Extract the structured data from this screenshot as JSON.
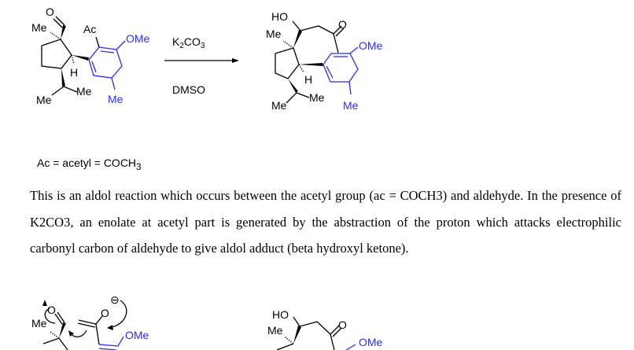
{
  "scheme": {
    "reactant_labels": {
      "aldehyde_o": "O",
      "me_quat": "Me",
      "acetyl": "Ac",
      "ome": "OMe",
      "h": "H",
      "me_ipr1": "Me",
      "me_ipr2": "Me",
      "me_aryl": "Me"
    },
    "reagent_top_k": "K",
    "reagent_top_sub2": "2",
    "reagent_top_co": "CO",
    "reagent_top_sub3": "3",
    "solvent": "DMSO",
    "product_labels": {
      "ho": "HO",
      "ketone_o": "O",
      "me_quat": "Me",
      "ome": "OMe",
      "h": "H",
      "me_ipr1": "Me",
      "me_ipr2": "Me",
      "me_aryl": "Me"
    }
  },
  "abbrev": {
    "text": "Ac = acetyl = COCH",
    "sub": "3"
  },
  "paragraph": "This is an aldol reaction which occurs between the acetyl group (ac = COCH3) and aldehyde. In the presence of K2CO3, an enolate at acetyl part is generated by the abstraction of the proton which attacks electrophilic carbonyl carbon of aldehyde to give aldol adduct (beta hydroxyl ketone).",
  "mechanism": {
    "left_labels": {
      "aldehyde_o": "O",
      "me": "Me",
      "enolate_o": "O",
      "charge": "⊖",
      "ome": "OMe"
    },
    "right_labels": {
      "ho": "HO",
      "me": "Me",
      "ketone_o": "O",
      "ome": "OMe"
    }
  }
}
